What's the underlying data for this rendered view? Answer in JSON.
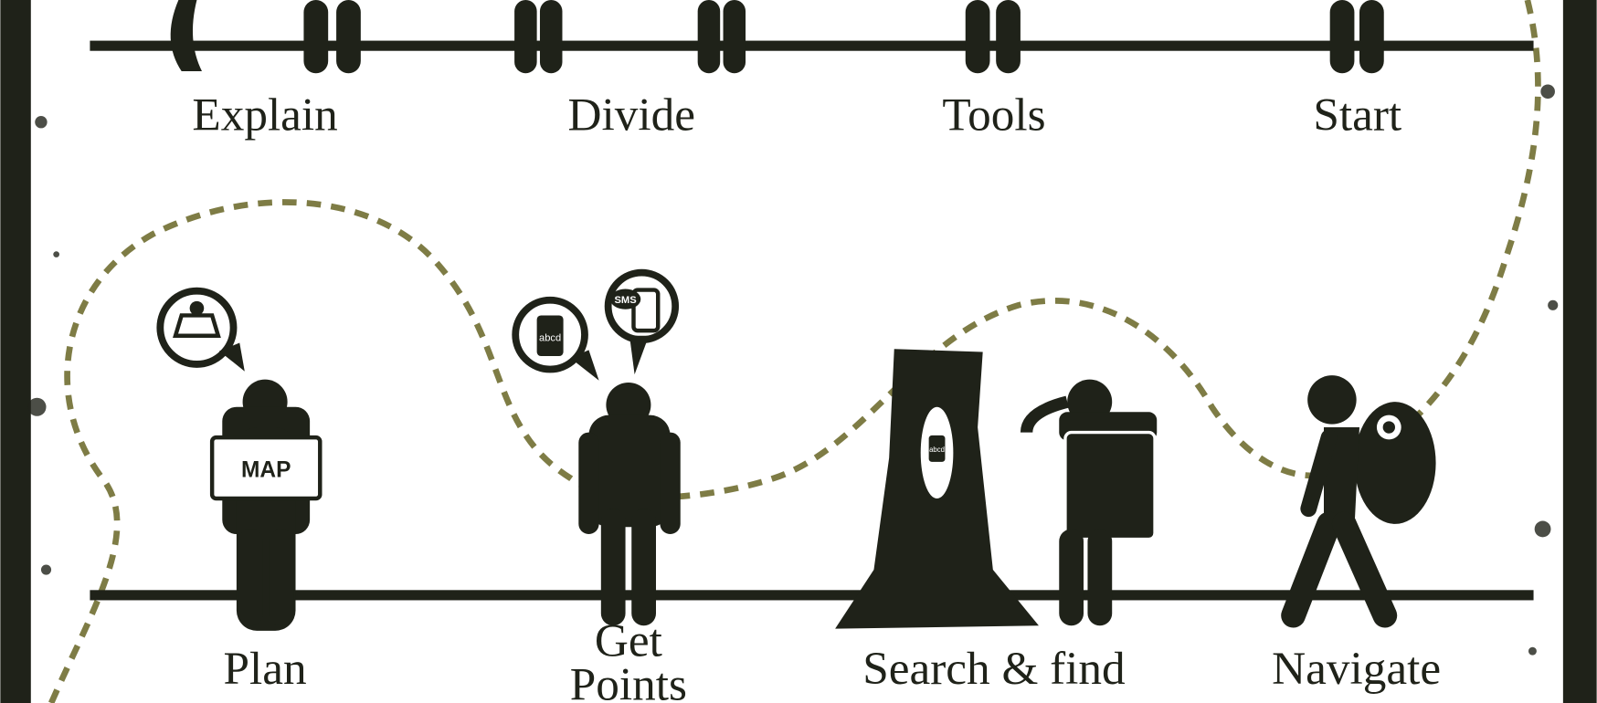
{
  "top_row": {
    "labels": [
      "Explain",
      "Divide",
      "Tools",
      "Start"
    ]
  },
  "bottom_row": {
    "labels": [
      "Plan",
      "Get",
      "Points",
      "Search & find",
      "Navigate"
    ]
  },
  "icons": {
    "map_sign": "MAP",
    "jar_label": "abcd",
    "phone_bubble": "SMS",
    "tree_jar_label": "abcd"
  },
  "colors": {
    "ink": "#1f2219",
    "path": "#7e7c45",
    "background": "#ffffff"
  }
}
